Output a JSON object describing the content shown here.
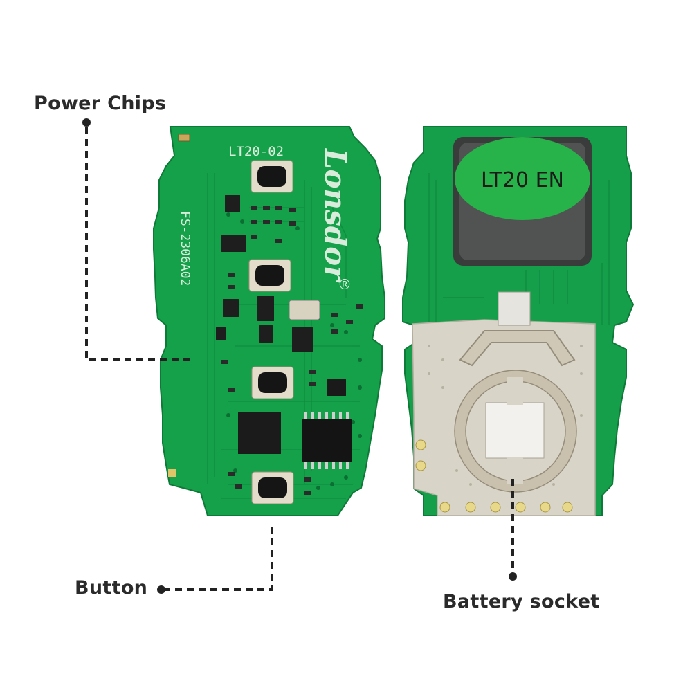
{
  "callouts": {
    "power_chips": "Power Chips",
    "button": "Button",
    "battery_socket": "Battery socket"
  },
  "board_front": {
    "model": "LT20-02",
    "part_number": "FS-2306A02",
    "brand": "Lonsdor"
  },
  "board_back": {
    "label": "LT20 EN"
  },
  "colors": {
    "pcb_green": "#169f4a",
    "label_green": "#27b24a",
    "solder_mask_silver": "#d9d4c8",
    "callout_line": "#222222"
  }
}
